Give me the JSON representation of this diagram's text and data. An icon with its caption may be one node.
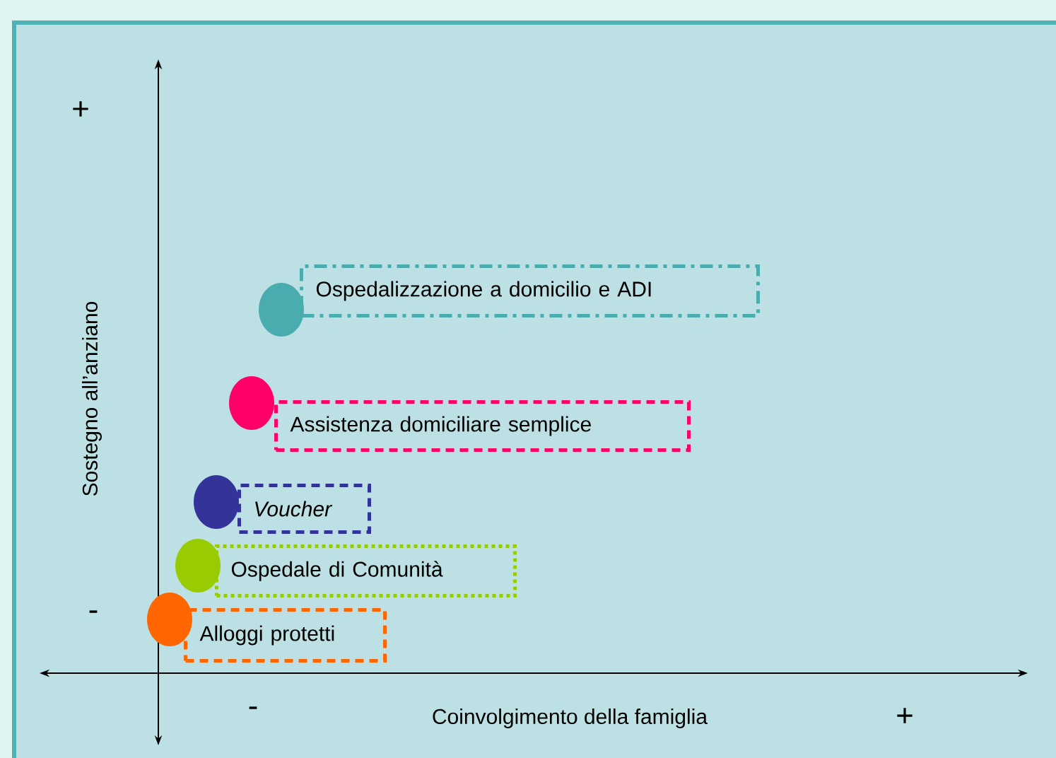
{
  "diagram": {
    "nodes": [
      {
        "text": [
          "Ospedalizzazione a domicilio e ADI"
        ]
      },
      {
        "text": [
          "Assistenza domiciliare semplice"
        ]
      },
      {
        "text": [
          "Voucher"
        ]
      },
      {
        "text": [
          "Ospedale di Comunità"
        ]
      },
      {
        "text": [
          "Alloggi protetti"
        ]
      },
      {
        "text": [],
        "shape": "circle"
      },
      {
        "text": [],
        "shape": "circle"
      },
      {
        "text": [],
        "shape": "circle"
      },
      {
        "text": [],
        "shape": "circle"
      },
      {
        "text": [],
        "shape": "circle"
      }
    ],
    "labels": [
      "+",
      "-",
      "Sostegno all’anziano",
      "-",
      "Coinvolgimento della famiglia",
      "+"
    ]
  }
}
